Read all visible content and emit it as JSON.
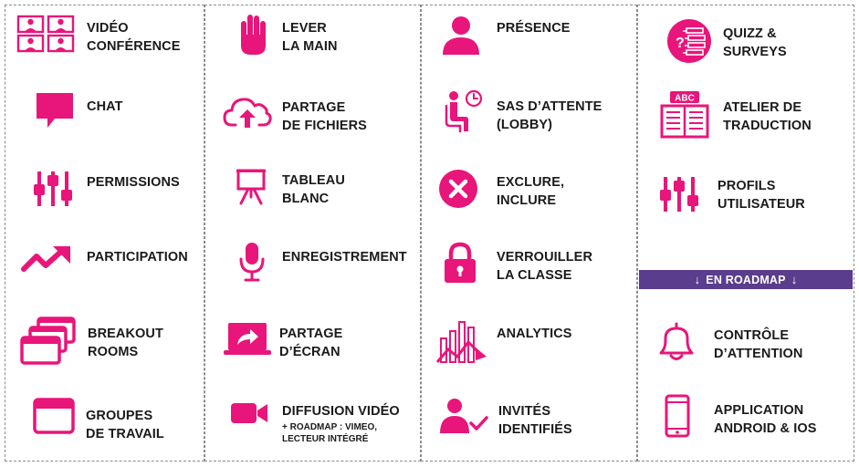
{
  "accent_color": "#e8157a",
  "banner_color": "#5a3d8c",
  "columns": [
    {
      "features": [
        {
          "icon": "video-conference-icon",
          "lines": [
            "VIDÉO",
            "CONFÉRENCE"
          ]
        },
        {
          "icon": "chat-bubble-icon",
          "lines": [
            "CHAT"
          ]
        },
        {
          "icon": "sliders-icon",
          "lines": [
            "PERMISSIONS"
          ]
        },
        {
          "icon": "trend-up-icon",
          "lines": [
            "PARTICIPATION"
          ]
        },
        {
          "icon": "stacked-windows-icon",
          "lines": [
            "BREAKOUT",
            "ROOMS"
          ]
        },
        {
          "icon": "browser-window-icon",
          "lines": [
            "GROUPES",
            "DE TRAVAIL"
          ]
        }
      ]
    },
    {
      "features": [
        {
          "icon": "raised-hand-icon",
          "lines": [
            "LEVER",
            "LA MAIN"
          ]
        },
        {
          "icon": "cloud-upload-icon",
          "lines": [
            "PARTAGE",
            "DE FICHIERS"
          ]
        },
        {
          "icon": "whiteboard-icon",
          "lines": [
            "TABLEAU",
            "BLANC"
          ]
        },
        {
          "icon": "microphone-icon",
          "lines": [
            "ENREGISTREMENT"
          ]
        },
        {
          "icon": "screen-share-icon",
          "lines": [
            "PARTAGE",
            "D’ÉCRAN"
          ]
        },
        {
          "icon": "video-camera-icon",
          "lines": [
            "DIFFUSION VIDÉO"
          ],
          "note": [
            "+ ROADMAP : VIMEO,",
            "LECTEUR INTÉGRÉ"
          ]
        }
      ]
    },
    {
      "features": [
        {
          "icon": "user-icon",
          "lines": [
            "PRÉSENCE"
          ]
        },
        {
          "icon": "waiting-person-icon",
          "lines": [
            "SAS D’ATTENTE",
            "(LOBBY)"
          ]
        },
        {
          "icon": "close-circle-icon",
          "lines": [
            "EXCLURE,",
            "INCLURE"
          ]
        },
        {
          "icon": "lock-icon",
          "lines": [
            "VERROUILLER",
            "LA CLASSE"
          ]
        },
        {
          "icon": "analytics-icon",
          "lines": [
            "ANALYTICS"
          ]
        },
        {
          "icon": "user-check-icon",
          "lines": [
            "INVITÉS",
            "IDENTIFIÉS"
          ]
        }
      ]
    },
    {
      "features": [
        {
          "icon": "quiz-icon",
          "lines": [
            "QUIZZ &",
            "SURVEYS"
          ]
        },
        {
          "icon": "translation-book-icon",
          "lines": [
            "ATELIER DE",
            "TRADUCTION"
          ]
        },
        {
          "icon": "sliders-icon",
          "lines": [
            "PROFILS",
            "UTILISATEUR"
          ]
        },
        {
          "icon": "bell-icon",
          "lines": [
            "CONTRÔLE",
            "D’ATTENTION"
          ]
        },
        {
          "icon": "smartphone-icon",
          "lines": [
            "APPLICATION",
            "ANDROID & IOS"
          ]
        }
      ]
    }
  ],
  "roadmap_banner": {
    "label": "EN ROADMAP",
    "arrow_icon": "arrow-down-icon"
  }
}
